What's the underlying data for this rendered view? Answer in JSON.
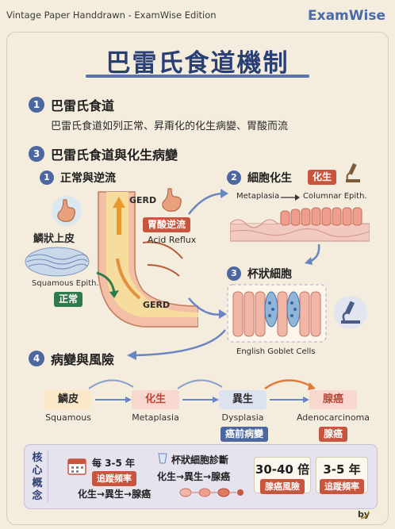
{
  "header": {
    "top_left": "Vintage Paper Handdrawn - ExamWise Edition",
    "brand": "ExamWise",
    "title": "巴雷氏食道機制"
  },
  "section1": {
    "number": "1",
    "title": "巴雷氏食道",
    "description": "巴雷氏食道如列正常、昇甭化的化生病變、胃酸而流"
  },
  "section3": {
    "number": "3",
    "title": "巴雷氏食道與化生病變"
  },
  "sub1": {
    "number": "1",
    "title": "正常與逆流",
    "squamous_cn": "鱗狀上皮",
    "squamous_en": "Squamous Epith.",
    "normal_tag": "正常",
    "gerd_top": "GERD",
    "acid_tag": "胃酸逆流",
    "acid_en": "Acid Reflux",
    "gerd_bottom": "GERD"
  },
  "sub2": {
    "number": "2",
    "title": "細胞化生",
    "tag": "化生",
    "metaplasia": "Metaplasia",
    "columnar": "Columnar Epith."
  },
  "sub3": {
    "number": "3",
    "title": "杯狀細胞",
    "goblet_en": "English Goblet Cells"
  },
  "section4": {
    "number": "4",
    "title": "病變與風險",
    "stages": [
      {
        "cn": "鱗皮",
        "en": "Squamous",
        "tag": ""
      },
      {
        "cn": "化生",
        "en": "Metaplasia",
        "tag": ""
      },
      {
        "cn": "異生",
        "en": "Dysplasia",
        "tag": "癌前病變"
      },
      {
        "cn": "腺癌",
        "en": "Adenocarcinoma",
        "tag": "腺癌"
      }
    ]
  },
  "summary": {
    "heading": "核心概念",
    "follow_interval": "每 3-5 年",
    "follow_tag": "追蹤頻率",
    "goblet_line": "杯狀細胞診斷",
    "sequence_a": "化生→異生→腺癌",
    "sequence_b": "化生→異生→腺癌",
    "risk_value": "30-40 倍",
    "risk_tag": "腺癌風險",
    "interval_value": "3-5 年",
    "interval_tag": "追蹤頻率"
  },
  "footer": {
    "by": "by"
  }
}
